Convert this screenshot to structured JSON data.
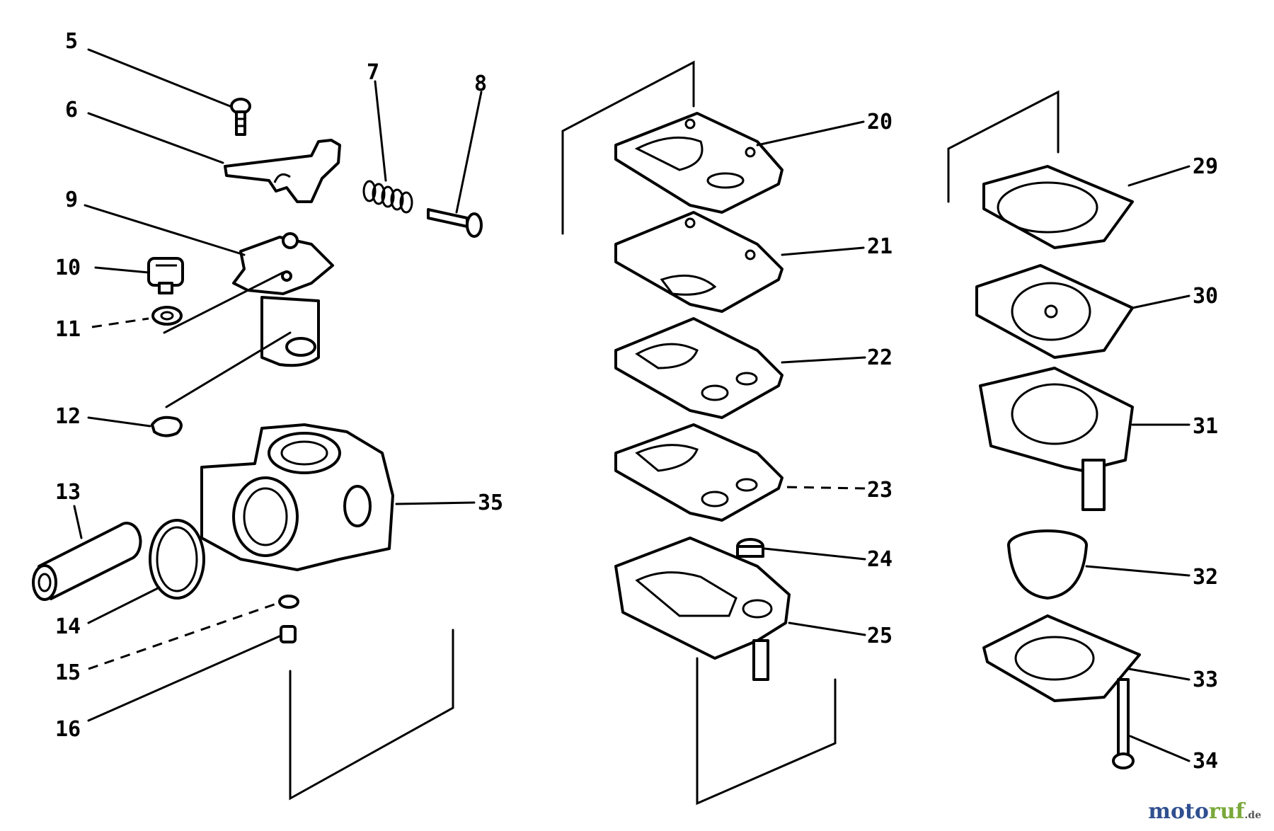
{
  "labels": {
    "l5": "5",
    "l6": "6",
    "l7": "7",
    "l8": "8",
    "l9": "9",
    "l10": "10",
    "l11": "11",
    "l12": "12",
    "l13": "13",
    "l14": "14",
    "l15": "15",
    "l16": "16",
    "l20": "20",
    "l21": "21",
    "l22": "22",
    "l23": "23",
    "l24": "24",
    "l25": "25",
    "l29": "29",
    "l30": "30",
    "l31": "31",
    "l32": "32",
    "l33": "33",
    "l34": "34",
    "l35": "35"
  },
  "watermark": {
    "part1": "moto",
    "part2": "ruf",
    "part3": ".de"
  }
}
